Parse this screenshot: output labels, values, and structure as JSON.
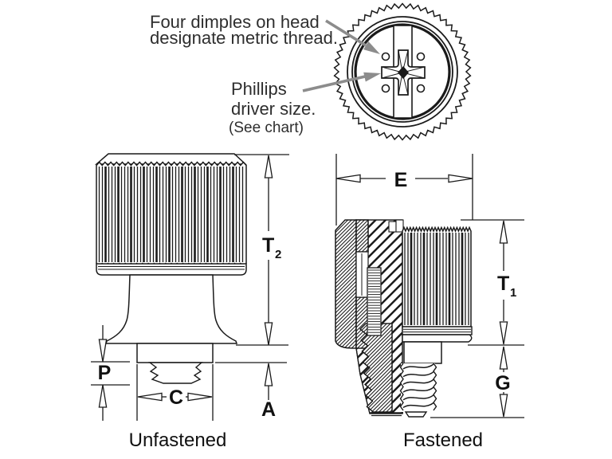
{
  "annotations": {
    "dimples_line1": "Four dimples on head",
    "dimples_line2": "designate metric thread.",
    "phillips_line1": "Phillips",
    "phillips_line2": "driver size.",
    "see_chart": "(See chart)"
  },
  "dimension_labels": {
    "T2": {
      "base": "T",
      "sub": "2"
    },
    "T1": {
      "base": "T",
      "sub": "1"
    },
    "E": "E",
    "P": "P",
    "C": "C",
    "A": "A",
    "G": "G"
  },
  "captions": {
    "left_view": "Unfastened",
    "right_view": "Fastened"
  },
  "icons": {
    "leader_arrow_dimple": "gray-leader-arrow",
    "leader_arrow_phillips": "gray-leader-arrow"
  },
  "colors": {
    "line": "#1a1a1a",
    "leader": "#8c8c8c",
    "background": "#ffffff"
  }
}
